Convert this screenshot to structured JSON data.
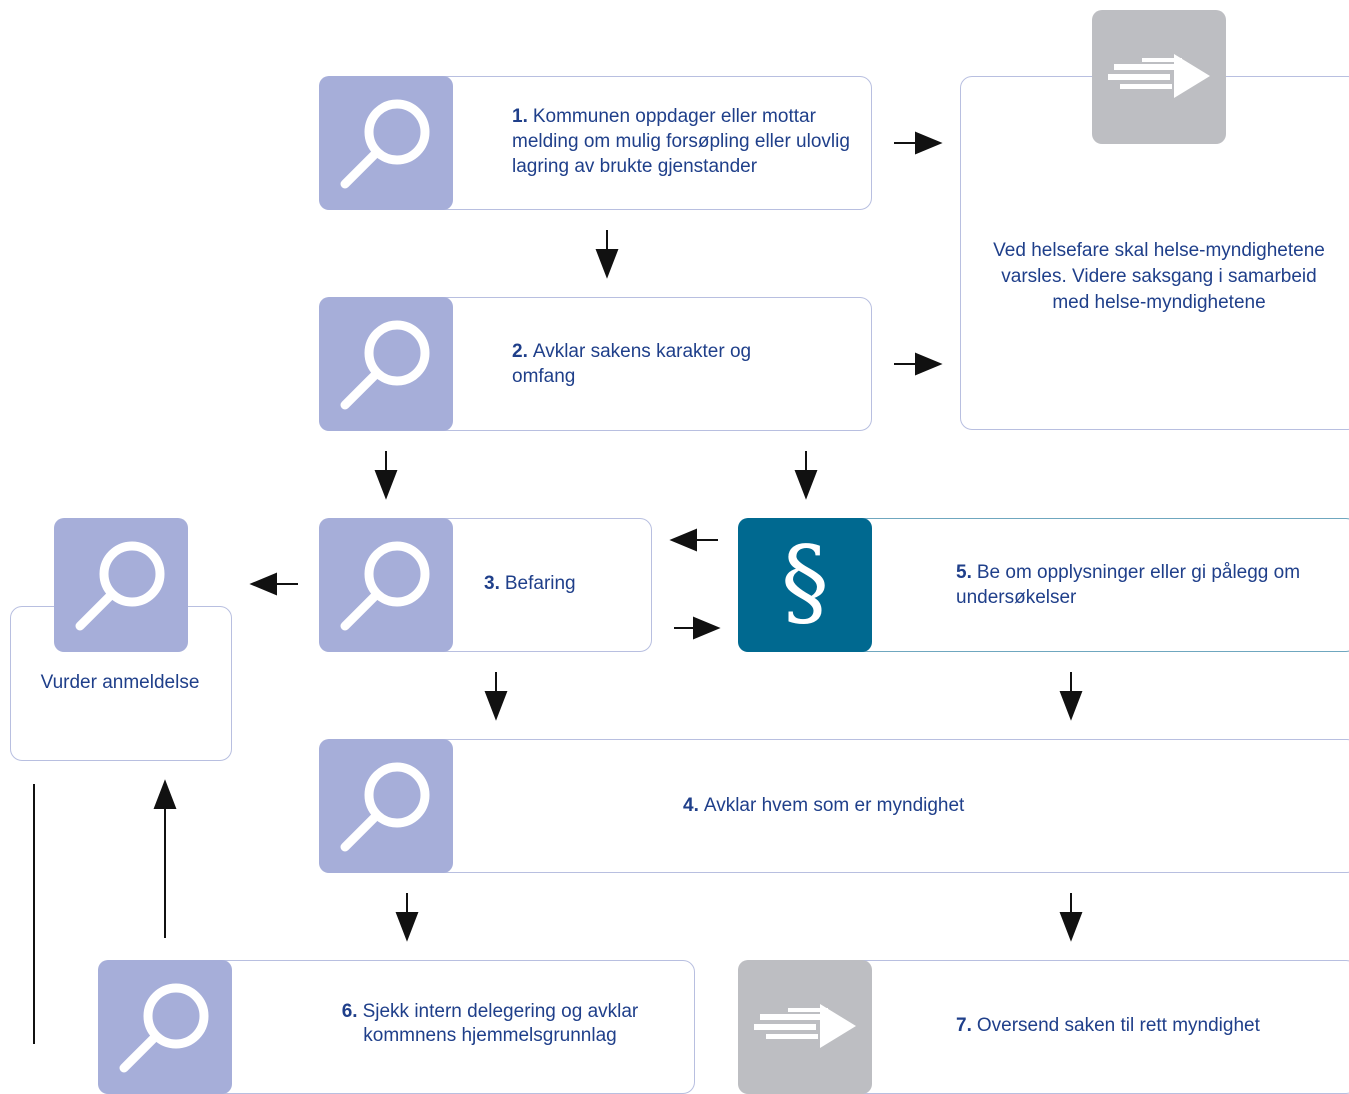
{
  "steps": {
    "s1": {
      "num": "1.",
      "text": "Kommunen oppdager eller mottar melding om mulig forsøpling eller ulovlig lagring av brukte gjenstander"
    },
    "s2": {
      "num": "2.",
      "text": "Avklar sakens karakter og omfang"
    },
    "s3": {
      "num": "3.",
      "text": "Befaring"
    },
    "s4": {
      "num": "4.",
      "text": "Avklar hvem som er myndighet"
    },
    "s5": {
      "num": "5.",
      "text": "Be om opplysninger eller gi pålegg om undersøkelser"
    },
    "s6": {
      "num": "6.",
      "text": "Sjekk intern delegering og avklar kommnens hjemmelsgrunnlag"
    },
    "s7": {
      "num": "7.",
      "text": "Oversend saken til rett myndighet"
    }
  },
  "side_boxes": {
    "health": "Ved helsefare skal helse-myndighetene varsles. Videre saksgang i samarbeid med helse-myndighetene",
    "report": "Vurder anmeldelse"
  },
  "section_symbol": "§",
  "colors": {
    "icon_lavender": "#a6aed9",
    "icon_grey": "#bdbec2",
    "icon_teal": "#006990",
    "text_blue": "#1f3f8a",
    "border": "#b8bfe0"
  },
  "icons": [
    "magnifier-icon",
    "forward-arrow-icon",
    "section-symbol-icon"
  ]
}
